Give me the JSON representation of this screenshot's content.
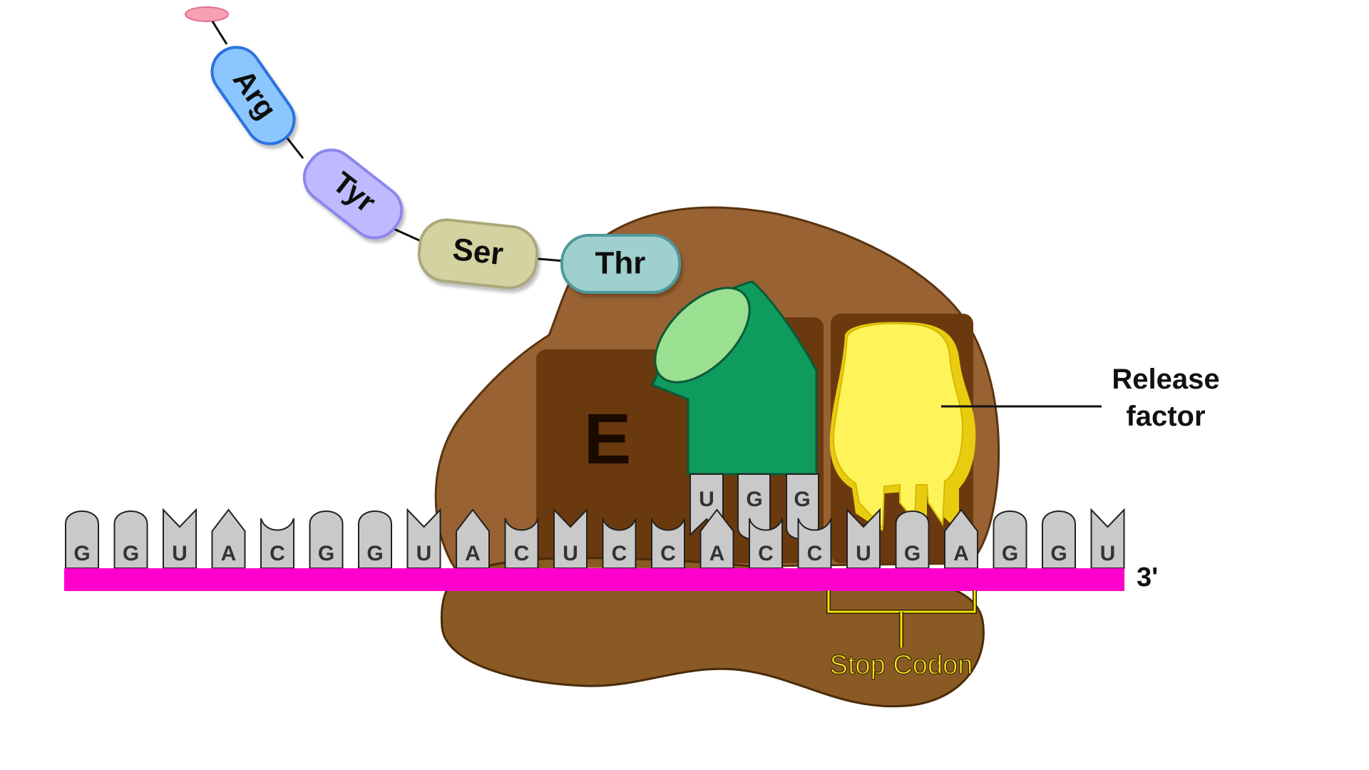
{
  "peptide_chain": [
    "Arg",
    "Tyr",
    "Ser",
    "Thr"
  ],
  "site_label": "E",
  "mrna_codons": [
    "G",
    "G",
    "U",
    "A",
    "C",
    "G",
    "G",
    "U",
    "A",
    "C",
    "U",
    "C",
    "C",
    "A",
    "C",
    "C",
    "U",
    "G",
    "A",
    "G",
    "G",
    "U"
  ],
  "trna_anticodon": [
    "U",
    "G",
    "G"
  ],
  "three_prime_label": "3'",
  "release_factor_label_line1": "Release",
  "release_factor_label_line2": "factor",
  "stop_codon_label": "Stop Codon",
  "colors": {
    "ribosome_large": "#986232",
    "ribosome_small": "#8a5a24",
    "ribosome_pocket": "#6a3a0e",
    "mrna_strand": "#ff00cc",
    "trna_green": "#0f9a5e",
    "trna_green_top": "#9be090",
    "release_factor": "#fff35a",
    "release_factor_shadow": "#e8cc10",
    "stop_codon_bracket": "#f2e400",
    "arg": "#8cc6ff",
    "tyr": "#bfbaff",
    "ser": "#d3d2a0",
    "thr": "#9fcfcf"
  }
}
